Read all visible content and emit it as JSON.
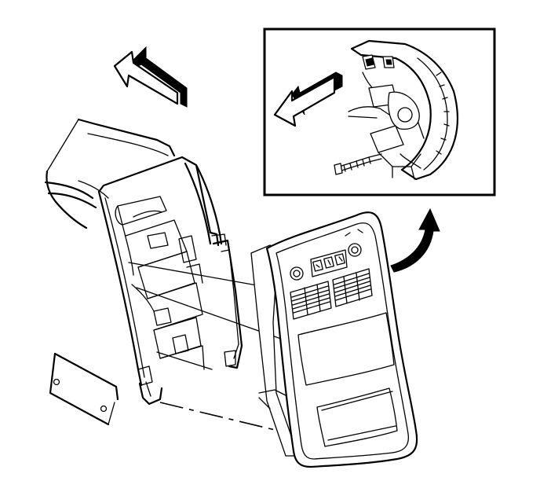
{
  "figure": {
    "background": "#ffffff",
    "line_color": "#000000"
  },
  "icons": {
    "removal_arrow": "large-outline-arrow-pointing-up-left",
    "inset_arrow": "outline-arrow-pointing-left",
    "callout_arrow": "curved-solid-arrow-pointing-up"
  }
}
